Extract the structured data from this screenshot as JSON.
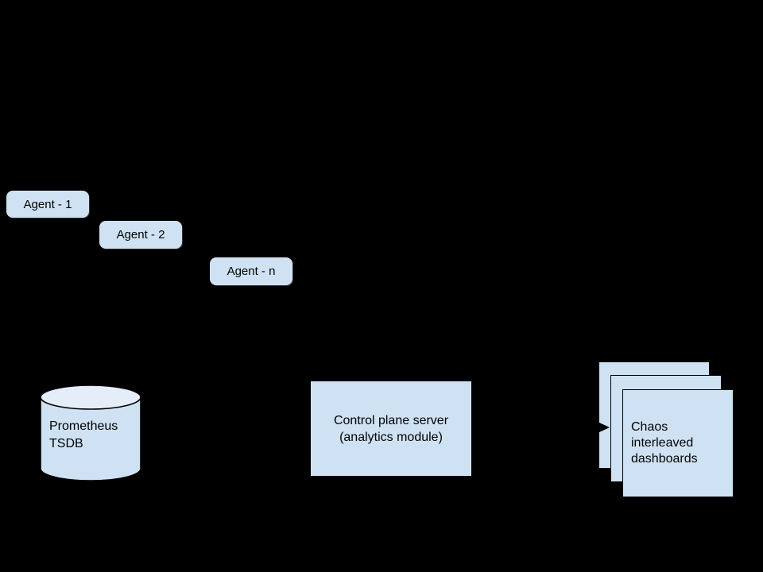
{
  "diagram": {
    "background_color": "#000000",
    "shape_fill_color": "#cfe2f3",
    "cylinder_top_fill_color": "#e4edf8",
    "outline_color": "#000000",
    "text_color": "#000000",
    "agents": [
      {
        "label": "Agent - 1"
      },
      {
        "label": "Agent - 2"
      },
      {
        "label": "Agent - n"
      }
    ],
    "tsdb": {
      "label": "Prometheus\nTSDB",
      "shape": "cylinder"
    },
    "control_plane": {
      "label": "Control plane server\n(analytics module)",
      "shape": "rectangle"
    },
    "dashboards": {
      "label": "Chaos\ninterleaved\ndashboards",
      "shape": "stacked-cards",
      "card_count": 3
    },
    "arrow": {
      "direction": "right",
      "from": "control-plane",
      "to": "dashboards"
    }
  }
}
